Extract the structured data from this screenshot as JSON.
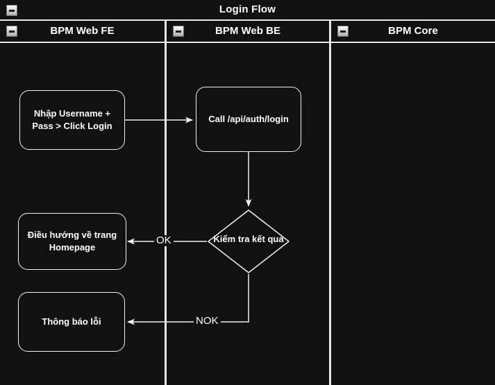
{
  "pool": {
    "title": "Login Flow",
    "collapse_icon": "collapse-minus-icon"
  },
  "lanes": [
    {
      "id": "fe",
      "label": "BPM Web FE",
      "collapse_icon": "collapse-minus-icon"
    },
    {
      "id": "be",
      "label": "BPM Web BE",
      "collapse_icon": "collapse-minus-icon"
    },
    {
      "id": "core",
      "label": "BPM Core",
      "collapse_icon": "collapse-minus-icon"
    }
  ],
  "nodes": [
    {
      "id": "enter-credentials",
      "lane": "fe",
      "type": "task",
      "label": "Nhập Username + Pass > Click Login"
    },
    {
      "id": "call-login-api",
      "lane": "be",
      "type": "task",
      "label": "Call /api/auth/login"
    },
    {
      "id": "check-result",
      "lane": "be",
      "type": "gateway",
      "label": "Kiểm tra kết quả"
    },
    {
      "id": "go-homepage",
      "lane": "fe",
      "type": "task",
      "label": "Điều hướng về trang Homepage"
    },
    {
      "id": "show-error",
      "lane": "fe",
      "type": "task",
      "label": "Thông báo lỗi"
    }
  ],
  "edges": [
    {
      "id": "e1",
      "from": "enter-credentials",
      "to": "call-login-api",
      "label": ""
    },
    {
      "id": "e2",
      "from": "call-login-api",
      "to": "check-result",
      "label": ""
    },
    {
      "id": "e3",
      "from": "check-result",
      "to": "go-homepage",
      "label": "OK"
    },
    {
      "id": "e4",
      "from": "check-result",
      "to": "show-error",
      "label": "NOK"
    }
  ],
  "colors": {
    "canvas": "#111111",
    "stroke": "#e8e8e8",
    "text": "#ffffff",
    "icon_face": "#d2d6db"
  }
}
